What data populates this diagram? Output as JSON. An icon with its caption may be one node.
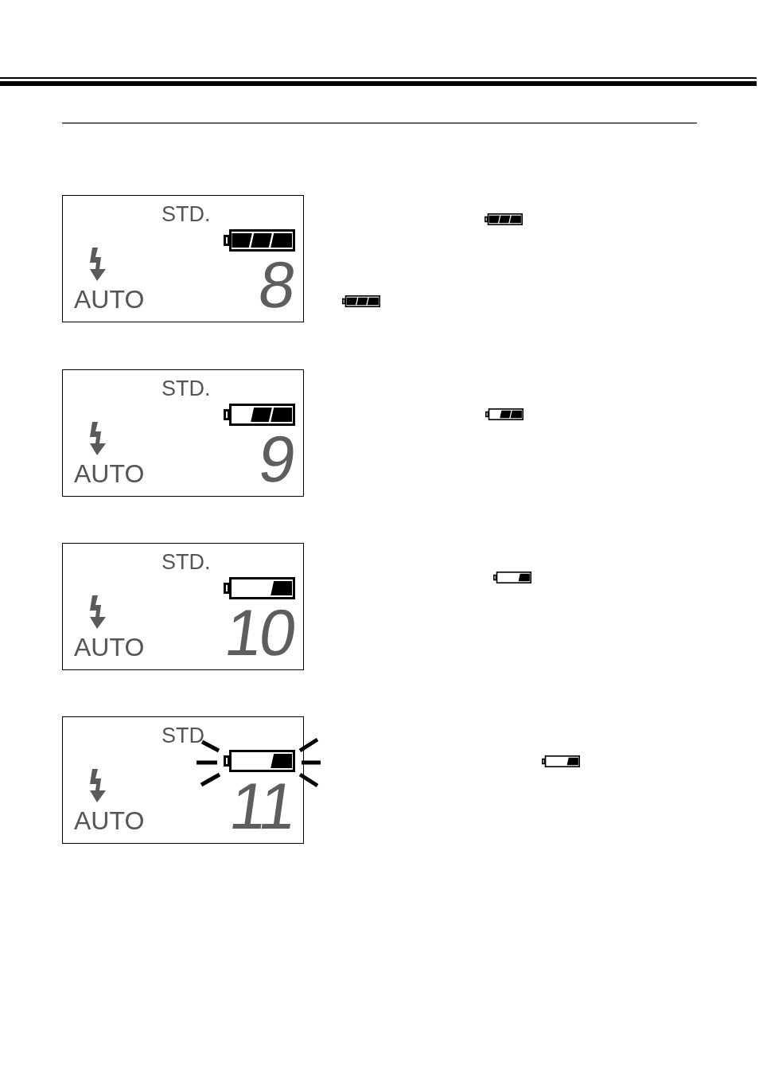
{
  "diagram": {
    "nodes": [
      {
        "text": [
          "STD.",
          "AUTO",
          "8"
        ]
      },
      {
        "text": [
          "STD.",
          "AUTO",
          "9"
        ]
      },
      {
        "text": [
          "STD.",
          "AUTO",
          "10"
        ]
      },
      {
        "text": [
          "STD",
          "AUTO",
          "11"
        ]
      }
    ]
  }
}
